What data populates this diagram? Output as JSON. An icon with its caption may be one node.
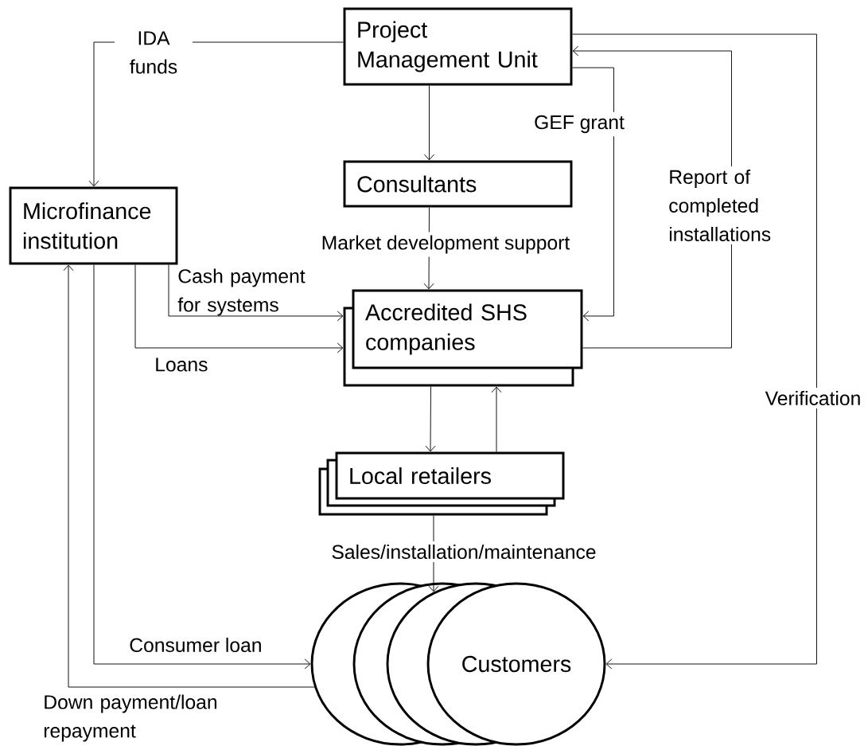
{
  "diagram": {
    "nodes": [
      {
        "text": [
          "Project Management Unit"
        ]
      },
      {
        "text": [
          "Consultants"
        ]
      },
      {
        "text": [
          "Microfinance institution"
        ]
      },
      {
        "text": [
          "Accredited SHS companies"
        ]
      },
      {
        "text": [
          "Local retailers"
        ]
      },
      {
        "text": [
          "Customers"
        ]
      }
    ],
    "edges": [
      {
        "from": 0,
        "to": 2,
        "arrow": "to",
        "label": "IDA funds"
      },
      {
        "from": 0,
        "to": 1,
        "arrow": "to"
      },
      {
        "from": 1,
        "to": 3,
        "arrow": "to",
        "label": "Market development support"
      },
      {
        "from": 0,
        "to": 3,
        "arrow": "to",
        "label": "GEF grant"
      },
      {
        "from": 3,
        "to": 0,
        "arrow": "to",
        "label": "Report of completed installations"
      },
      {
        "from": 0,
        "to": 5,
        "arrow": "to",
        "label": "Verification"
      },
      {
        "from": 2,
        "to": 3,
        "arrow": "to",
        "label": "Cash payment for systems"
      },
      {
        "from": 2,
        "to": 3,
        "arrow": "to",
        "label": "Loans"
      },
      {
        "from": 2,
        "to": 5,
        "arrow": "to",
        "label": "Consumer loan"
      },
      {
        "from": 5,
        "to": 2,
        "arrow": "to",
        "label": "Down payment/loan repayment"
      },
      {
        "from": 3,
        "to": 4,
        "arrow": "to"
      },
      {
        "from": 4,
        "to": 3,
        "arrow": "to"
      },
      {
        "from": 4,
        "to": 5,
        "arrow": "to",
        "label": "Sales/installation/maintenance"
      }
    ]
  }
}
